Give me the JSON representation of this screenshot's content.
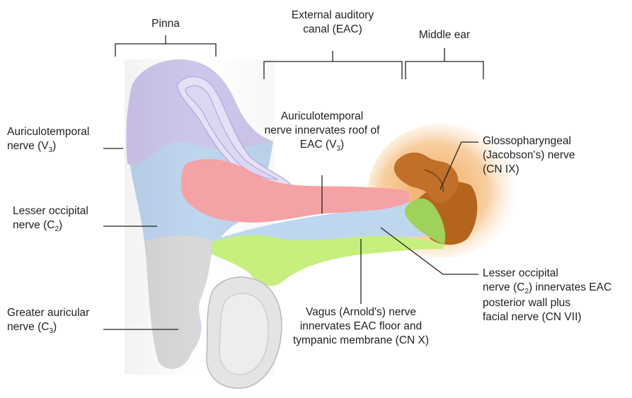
{
  "colors": {
    "trigeminal": "#cfc6ec",
    "occipital": "#bfd6ef",
    "auricular": "#d9d9d9",
    "vagus": "#c6ef7e",
    "roof": "#f4a2a6",
    "glossopharyngeal": "#c9741f",
    "line": "#222222"
  },
  "headers": {
    "pinna": "Pinna",
    "eac_line1": "External auditory",
    "eac_line2": "canal (EAC)",
    "middle_ear": "Middle ear"
  },
  "labels": {
    "auriculotemporal": {
      "line1": "Auriculotemporal",
      "line2_pre": "nerve (V",
      "line2_sub": "3",
      "line2_post": ")"
    },
    "lesser_occipital": {
      "line1": "Lesser occipital",
      "line2_pre": "nerve (C",
      "line2_sub": "2",
      "line2_post": ")"
    },
    "greater_auricular": {
      "line1": "Greater auricular",
      "line2_pre": "nerve (C",
      "line2_sub": "3",
      "line2_post": ")"
    },
    "roof": {
      "line1": "Auriculotemporal",
      "line2": "nerve innervates roof of",
      "line3_pre": "EAC (V",
      "line3_sub": "3",
      "line3_post": ")"
    },
    "glossopharyngeal": {
      "line1": "Glossopharyngeal",
      "line2": "(Jacobson's) nerve",
      "line3": "(CN IX)"
    },
    "lesser_occipital_eac": {
      "line1": "Lesser occipital",
      "line2_pre": "nerve (C",
      "line2_sub": "2",
      "line2_post": ") innervates EAC",
      "line3": "posterior wall plus",
      "line4": "facial nerve (CN VII)"
    },
    "vagus": {
      "line1": "Vagus (Arnold's) nerve",
      "line2": "innervates EAC floor and",
      "line3": "tympanic membrane (CN X)"
    }
  }
}
